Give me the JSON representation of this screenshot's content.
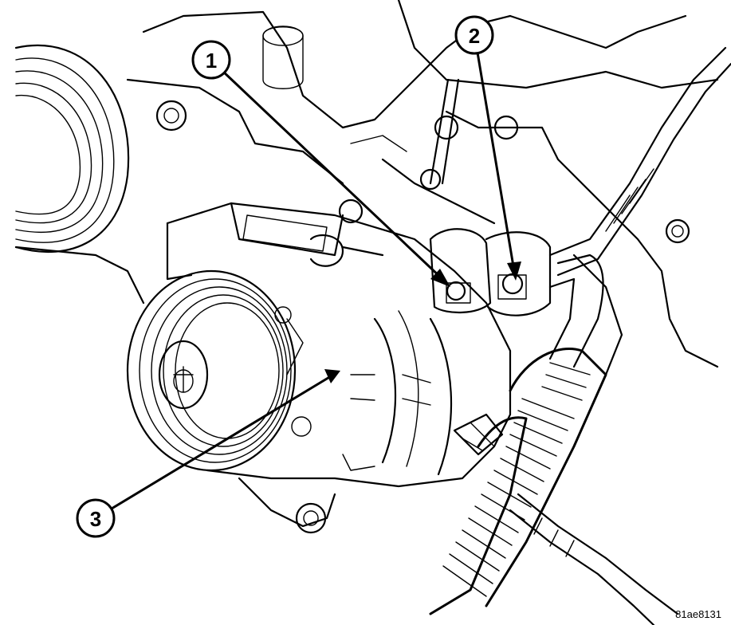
{
  "callouts": [
    {
      "number": "1"
    },
    {
      "number": "2"
    },
    {
      "number": "3"
    }
  ],
  "figure_code": "81ae8131"
}
